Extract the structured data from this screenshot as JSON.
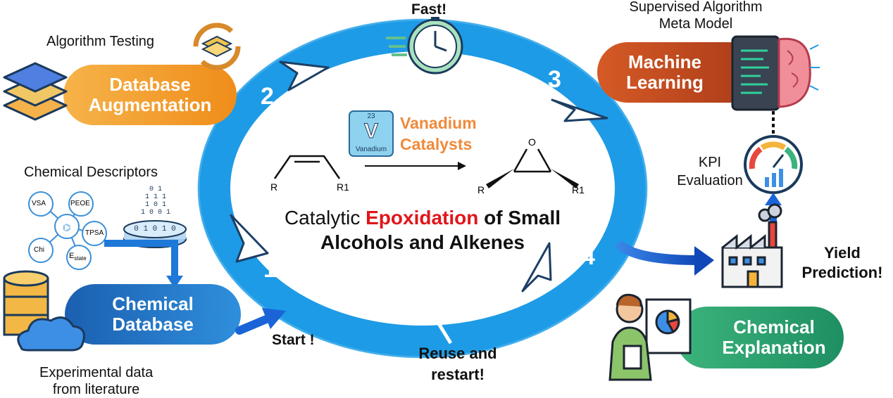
{
  "header": {
    "fast": "Fast!"
  },
  "left": {
    "algorithm_testing": "Algorithm Testing",
    "db_aug_line1": "Database",
    "db_aug_line2": "Augmentation",
    "chem_desc": "Chemical Descriptors",
    "descriptor_nodes": [
      "VSA",
      "PEOE",
      "TPSA",
      "Chi",
      "E",
      "state"
    ],
    "binary_rows": [
      "0 1",
      "1 1 1",
      "1 0 1",
      "1 0 0 1",
      "0 1 0 1 0"
    ],
    "chem_db_line1": "Chemical",
    "chem_db_line2": "Database",
    "exp_line1": "Experimental data",
    "exp_line2": "from literature",
    "start": "Start !"
  },
  "cycle": {
    "steps": [
      "1",
      "2",
      "3",
      "4"
    ],
    "catalyst_number": "23",
    "catalyst_symbol": "V",
    "catalyst_name": "Vanadium",
    "catalyst_label_line1": "Vanadium",
    "catalyst_label_line2": "Catalysts",
    "reactant_left": "R",
    "reactant_right": "R1",
    "product_left": "R",
    "product_right": "R1",
    "oxygen": "O",
    "title_part1": "Catalytic ",
    "title_red": "Epoxidation",
    "title_part2": " of Small",
    "title_line2": "Alcohols and Alkenes",
    "reuse_line1": "Reuse and",
    "reuse_line2": "restart!"
  },
  "right": {
    "supervised_line1": "Supervised Algorithm",
    "supervised_line2": "Meta Model",
    "ml_line1": "Machine",
    "ml_line2": "Learning",
    "kpi_line1": "KPI",
    "kpi_line2": "Evaluation",
    "yield_line1": "Yield",
    "yield_line2": "Prediction!",
    "explain_line1": "Chemical",
    "explain_line2": "Explanation"
  },
  "colors": {
    "ring": "#1e9be6",
    "orange": "#f29a1f",
    "blue_db": "#1f6fc0",
    "ml_red": "#b8431c",
    "green": "#2aa16f",
    "arrow_blue": "#1a64d8",
    "vanadium_text": "#f08a3b",
    "epox_red": "#e0161b"
  }
}
